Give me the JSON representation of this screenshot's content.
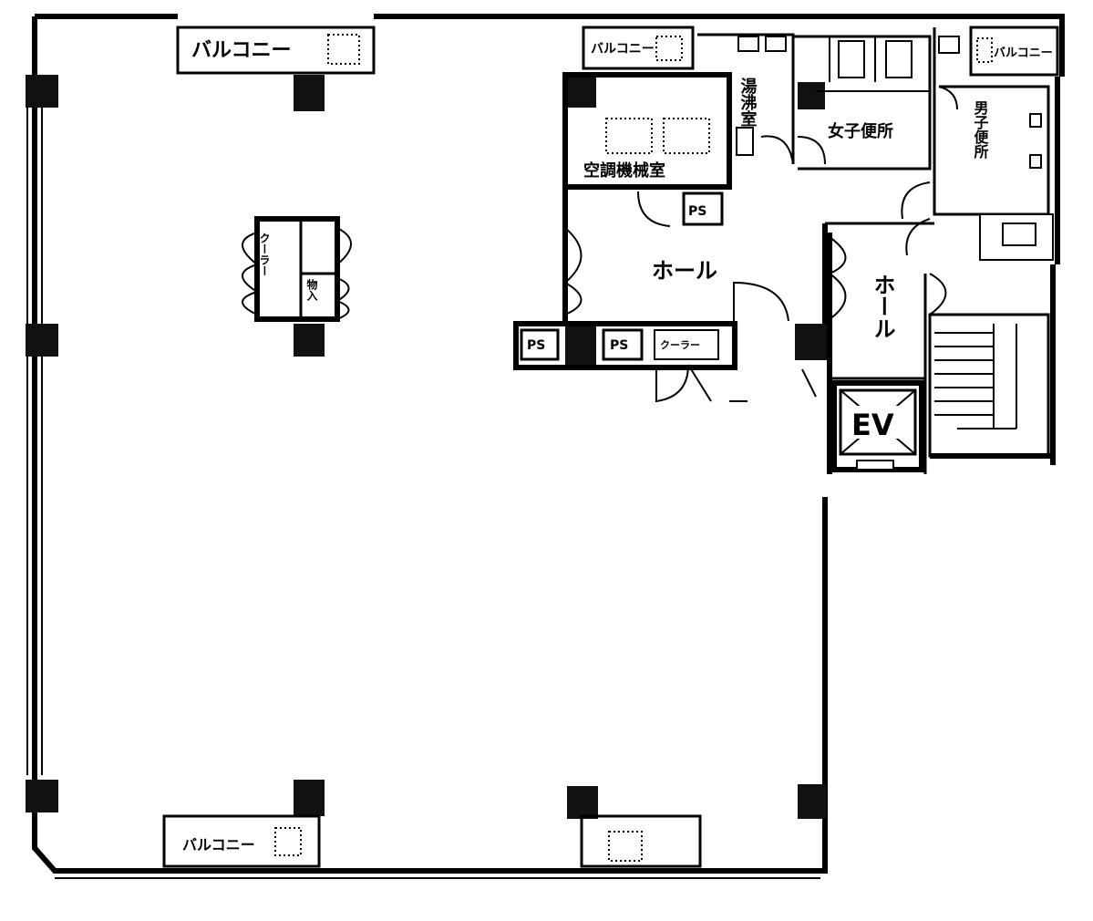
{
  "labels": {
    "balcony_top_left": "バルコニー",
    "balcony_top_mid": "バルコニー",
    "balcony_top_right": "バルコニー",
    "balcony_bottom": "バルコニー",
    "kyutou": "湯沸室",
    "women_wc": "女子便所",
    "men_wc": "男子便所",
    "ac_room": "空調機械室",
    "hall_main": "ホール",
    "hall_side": "ホール",
    "ev": "EV",
    "ps1": "PS",
    "ps2": "PS",
    "ps3": "PS",
    "cooler": "クーラー",
    "storage": "物入",
    "cooler_small": "クーラー"
  }
}
